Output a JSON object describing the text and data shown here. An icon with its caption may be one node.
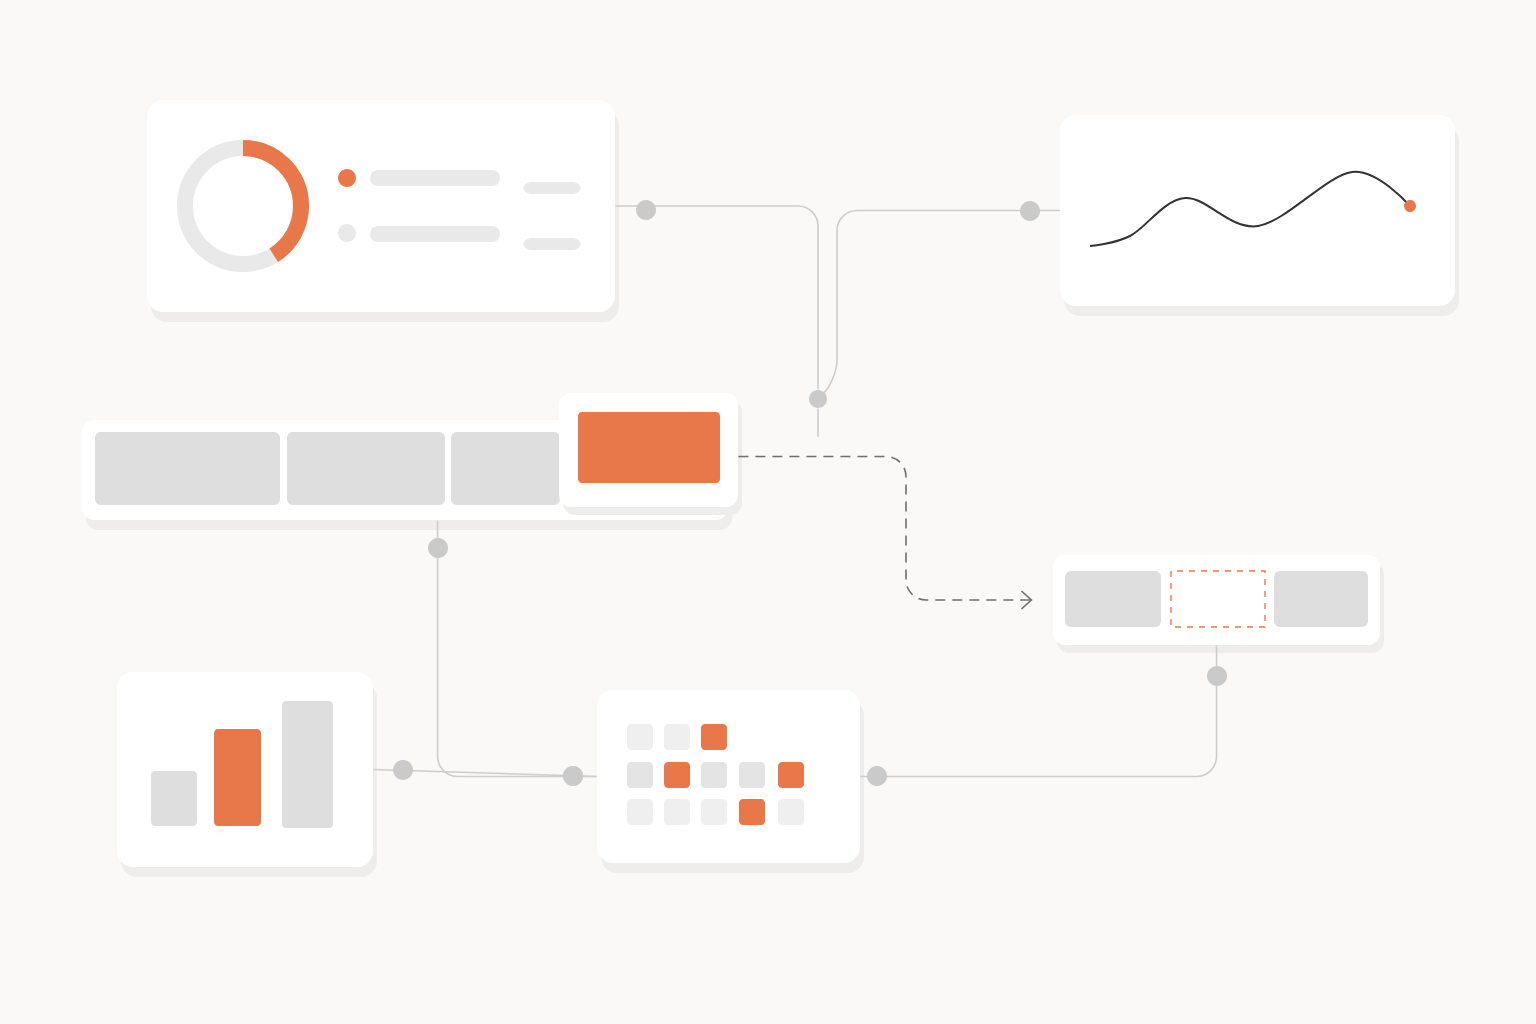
{
  "diagram": {
    "nodes": [
      {
        "text": [],
        "shape": "picture"
      },
      {
        "text": [],
        "shape": "picture"
      },
      {
        "text": [],
        "shape": "bar"
      },
      {
        "text": [],
        "shape": "bar"
      },
      {
        "text": [],
        "shape": "picture"
      },
      {
        "text": [],
        "shape": "picture"
      },
      {
        "text": [],
        "shape": "circle"
      }
    ],
    "edges": [
      {
        "from": 0,
        "to": 6,
        "arrow": "none"
      },
      {
        "from": 1,
        "to": 6,
        "arrow": "none"
      },
      {
        "from": 6,
        "to": null,
        "arrow": "none"
      },
      {
        "from": 2,
        "to": 3,
        "arrow": "to",
        "style": "dashed",
        "color": "#6e6e6e"
      },
      {
        "from": 2,
        "to": 5,
        "arrow": "none"
      },
      {
        "from": 4,
        "to": 5,
        "arrow": "none"
      },
      {
        "from": 5,
        "to": 3,
        "arrow": "none"
      }
    ]
  }
}
